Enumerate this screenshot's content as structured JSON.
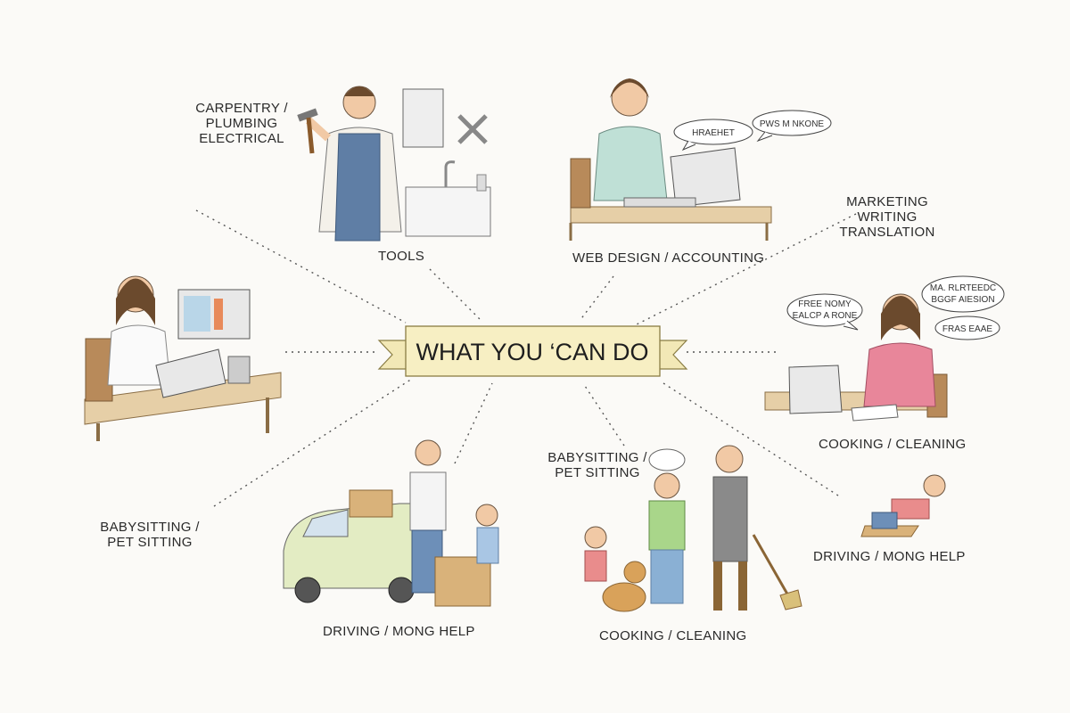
{
  "title": "WHAT YOU ‘CAN DO",
  "labels": {
    "carpentry": [
      "CARPENTRY /",
      "PLUMBING",
      "ELECTRICAL"
    ],
    "tools": "TOOLS",
    "web_design": "WEB DESIGN / ACCOUNTING",
    "marketing": [
      "MARKETING",
      "WRITING",
      "TRANSLATION"
    ],
    "cooking_right": "COOKING / CLEANING",
    "babysitting_center": [
      "BABYSITTING /",
      "PET SITTING"
    ],
    "babysitting_left": [
      "BABYSITTING /",
      "PET SITTING"
    ],
    "driving_right": "DRIVING / MONG HELP",
    "driving_bottom": "DRIVING / MONG HELP",
    "cooking_bottom": "COOKING / CLEANING"
  },
  "speech_bubbles": {
    "web_1": "HRAEHET",
    "web_2": "PWS M NKONE",
    "writer_1": "FREE NOMY",
    "writer_2": "EALCP A RONE",
    "writer_3": "MA. RLRTEEDC",
    "writer_4": "BGGF AIESION",
    "writer_5": "FRAS EAAE"
  }
}
